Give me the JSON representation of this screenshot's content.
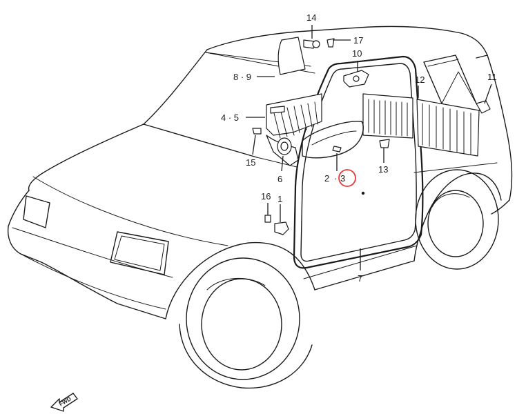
{
  "callouts": {
    "c14": "14",
    "c17": "17",
    "c10": "10",
    "c11": "11",
    "c12": "12",
    "c8_9": "8 · 9",
    "c4_5": "4 · 5",
    "c15": "15",
    "c6": "6",
    "c13": "13",
    "c2": "2",
    "c3": "3",
    "c16": "16",
    "c1": "1",
    "c7": "7"
  },
  "highlight": {
    "part": "3",
    "color": "#e53935"
  },
  "direction_badge": {
    "text": "FWD"
  }
}
